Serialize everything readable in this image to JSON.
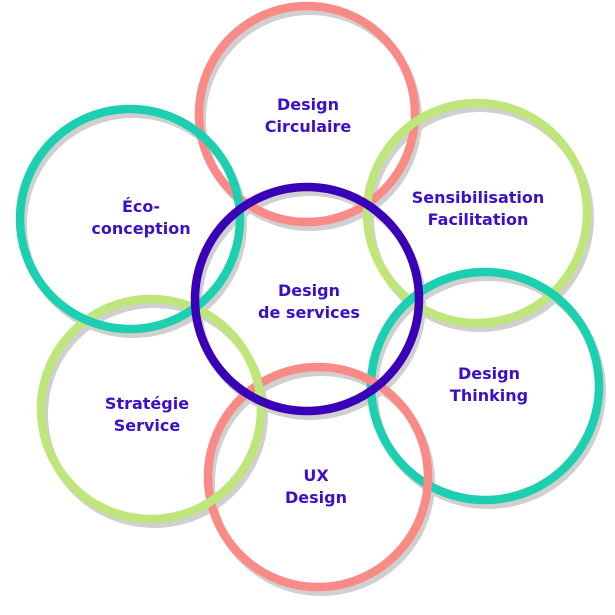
{
  "colors": {
    "purple": "#3a00b8",
    "salmon": "#f98a86",
    "green": "#bfe67a",
    "teal": "#1ccfb0",
    "text": "#3d10c8",
    "shadow": "#d0d0d0"
  },
  "circles": [
    {
      "id": "design-circulaire",
      "line1": "Design",
      "line2": "Circulaire",
      "color": "salmon"
    },
    {
      "id": "sensibilisation",
      "line1": "Sensibilisation",
      "line2": "Facilitation",
      "color": "green"
    },
    {
      "id": "design-thinking",
      "line1": "Design",
      "line2": "Thinking",
      "color": "teal"
    },
    {
      "id": "ux-design",
      "line1": "UX",
      "line2": "Design",
      "color": "salmon"
    },
    {
      "id": "strategie",
      "line1": "Stratégie",
      "line2": "Service",
      "color": "green"
    },
    {
      "id": "eco-conception",
      "line1": "Éco-",
      "line2": "conception",
      "color": "teal"
    },
    {
      "id": "design-services",
      "line1": "Design",
      "line2": "de services",
      "color": "purple"
    }
  ]
}
